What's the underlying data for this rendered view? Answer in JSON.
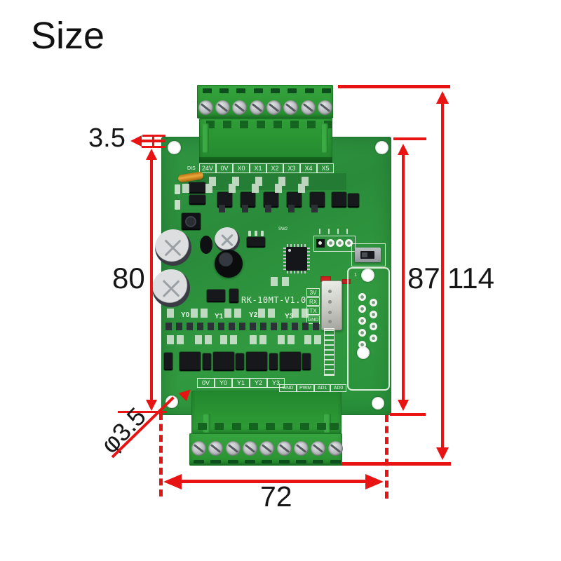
{
  "title": "Size",
  "colors": {
    "dimension_red": "#e81414",
    "pcb_green": "#2e9340",
    "terminal_green": "#2f9e38",
    "silkscreen_white": "#eef6ec",
    "background": "#ffffff"
  },
  "dimensions": {
    "edge_to_hole": "3.5",
    "hole_span_vertical": "80",
    "board_height": "87",
    "overall_height": "114",
    "hole_diameter": "φ3.5",
    "hole_span_horizontal": "72"
  },
  "board": {
    "model": "RK-10MT-V1.0",
    "dis_label": "DIS",
    "sw_label": "SW2",
    "db9_pin1": "1",
    "top_terminals": [
      "24V",
      "0V",
      "X0",
      "X1",
      "X2",
      "X3",
      "X4",
      "X5"
    ],
    "output_channels": [
      "Y0",
      "Y1",
      "Y2",
      "Y3"
    ],
    "bottom_terminals_left": [
      "0V",
      "Y0",
      "Y1",
      "Y2",
      "Y3"
    ],
    "bottom_terminals_right": [
      "GND",
      "PWM",
      "AD1",
      "AD0"
    ],
    "serial_port": [
      "3V",
      "RX",
      "TX",
      "GND"
    ]
  }
}
